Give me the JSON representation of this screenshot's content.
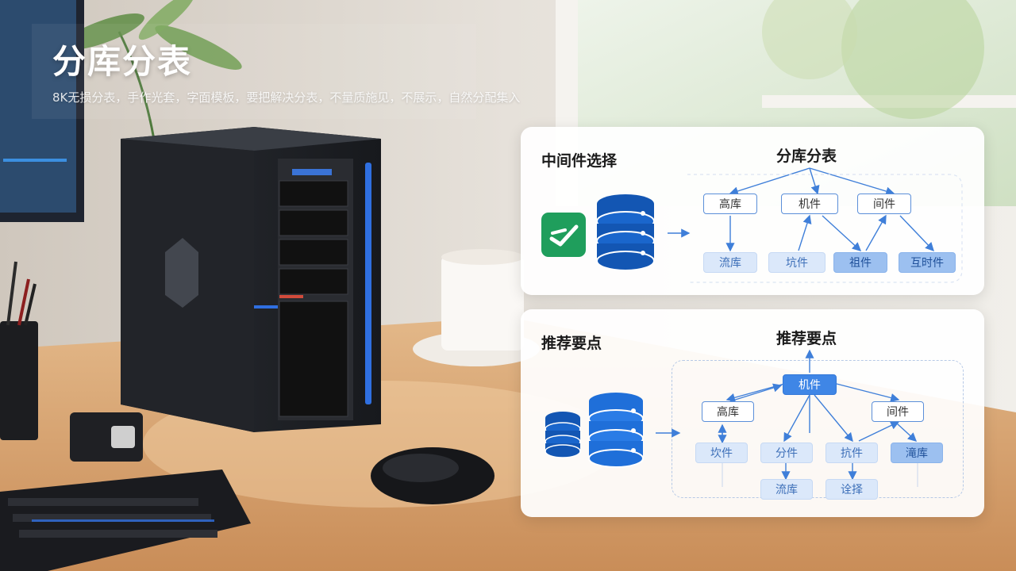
{
  "header": {
    "title": "分库分表",
    "subtitle": "8K无损分表，手作光套，字面模板，要把解决分表，不量质施见，不展示，自然分配集入"
  },
  "card_middleware": {
    "heading": "中间件选择",
    "diagram_title": "分库分表",
    "nodes_top": [
      "高库",
      "机件",
      "间件"
    ],
    "nodes_bottom": [
      "流库",
      "坑件",
      "祖件",
      "互时件"
    ]
  },
  "card_recommend": {
    "heading": "推荐要点",
    "diagram_title": "推荐要点",
    "node_root": "机件",
    "nodes_mid": [
      "高库",
      "间件"
    ],
    "nodes_row3": [
      "坎件",
      "分件",
      "抗件",
      "滝库"
    ],
    "nodes_row4": [
      "流库",
      "诠择"
    ]
  },
  "colors": {
    "accent": "#3f86e6",
    "db_dark": "#1356b3",
    "check_green": "#1f9e5c"
  }
}
